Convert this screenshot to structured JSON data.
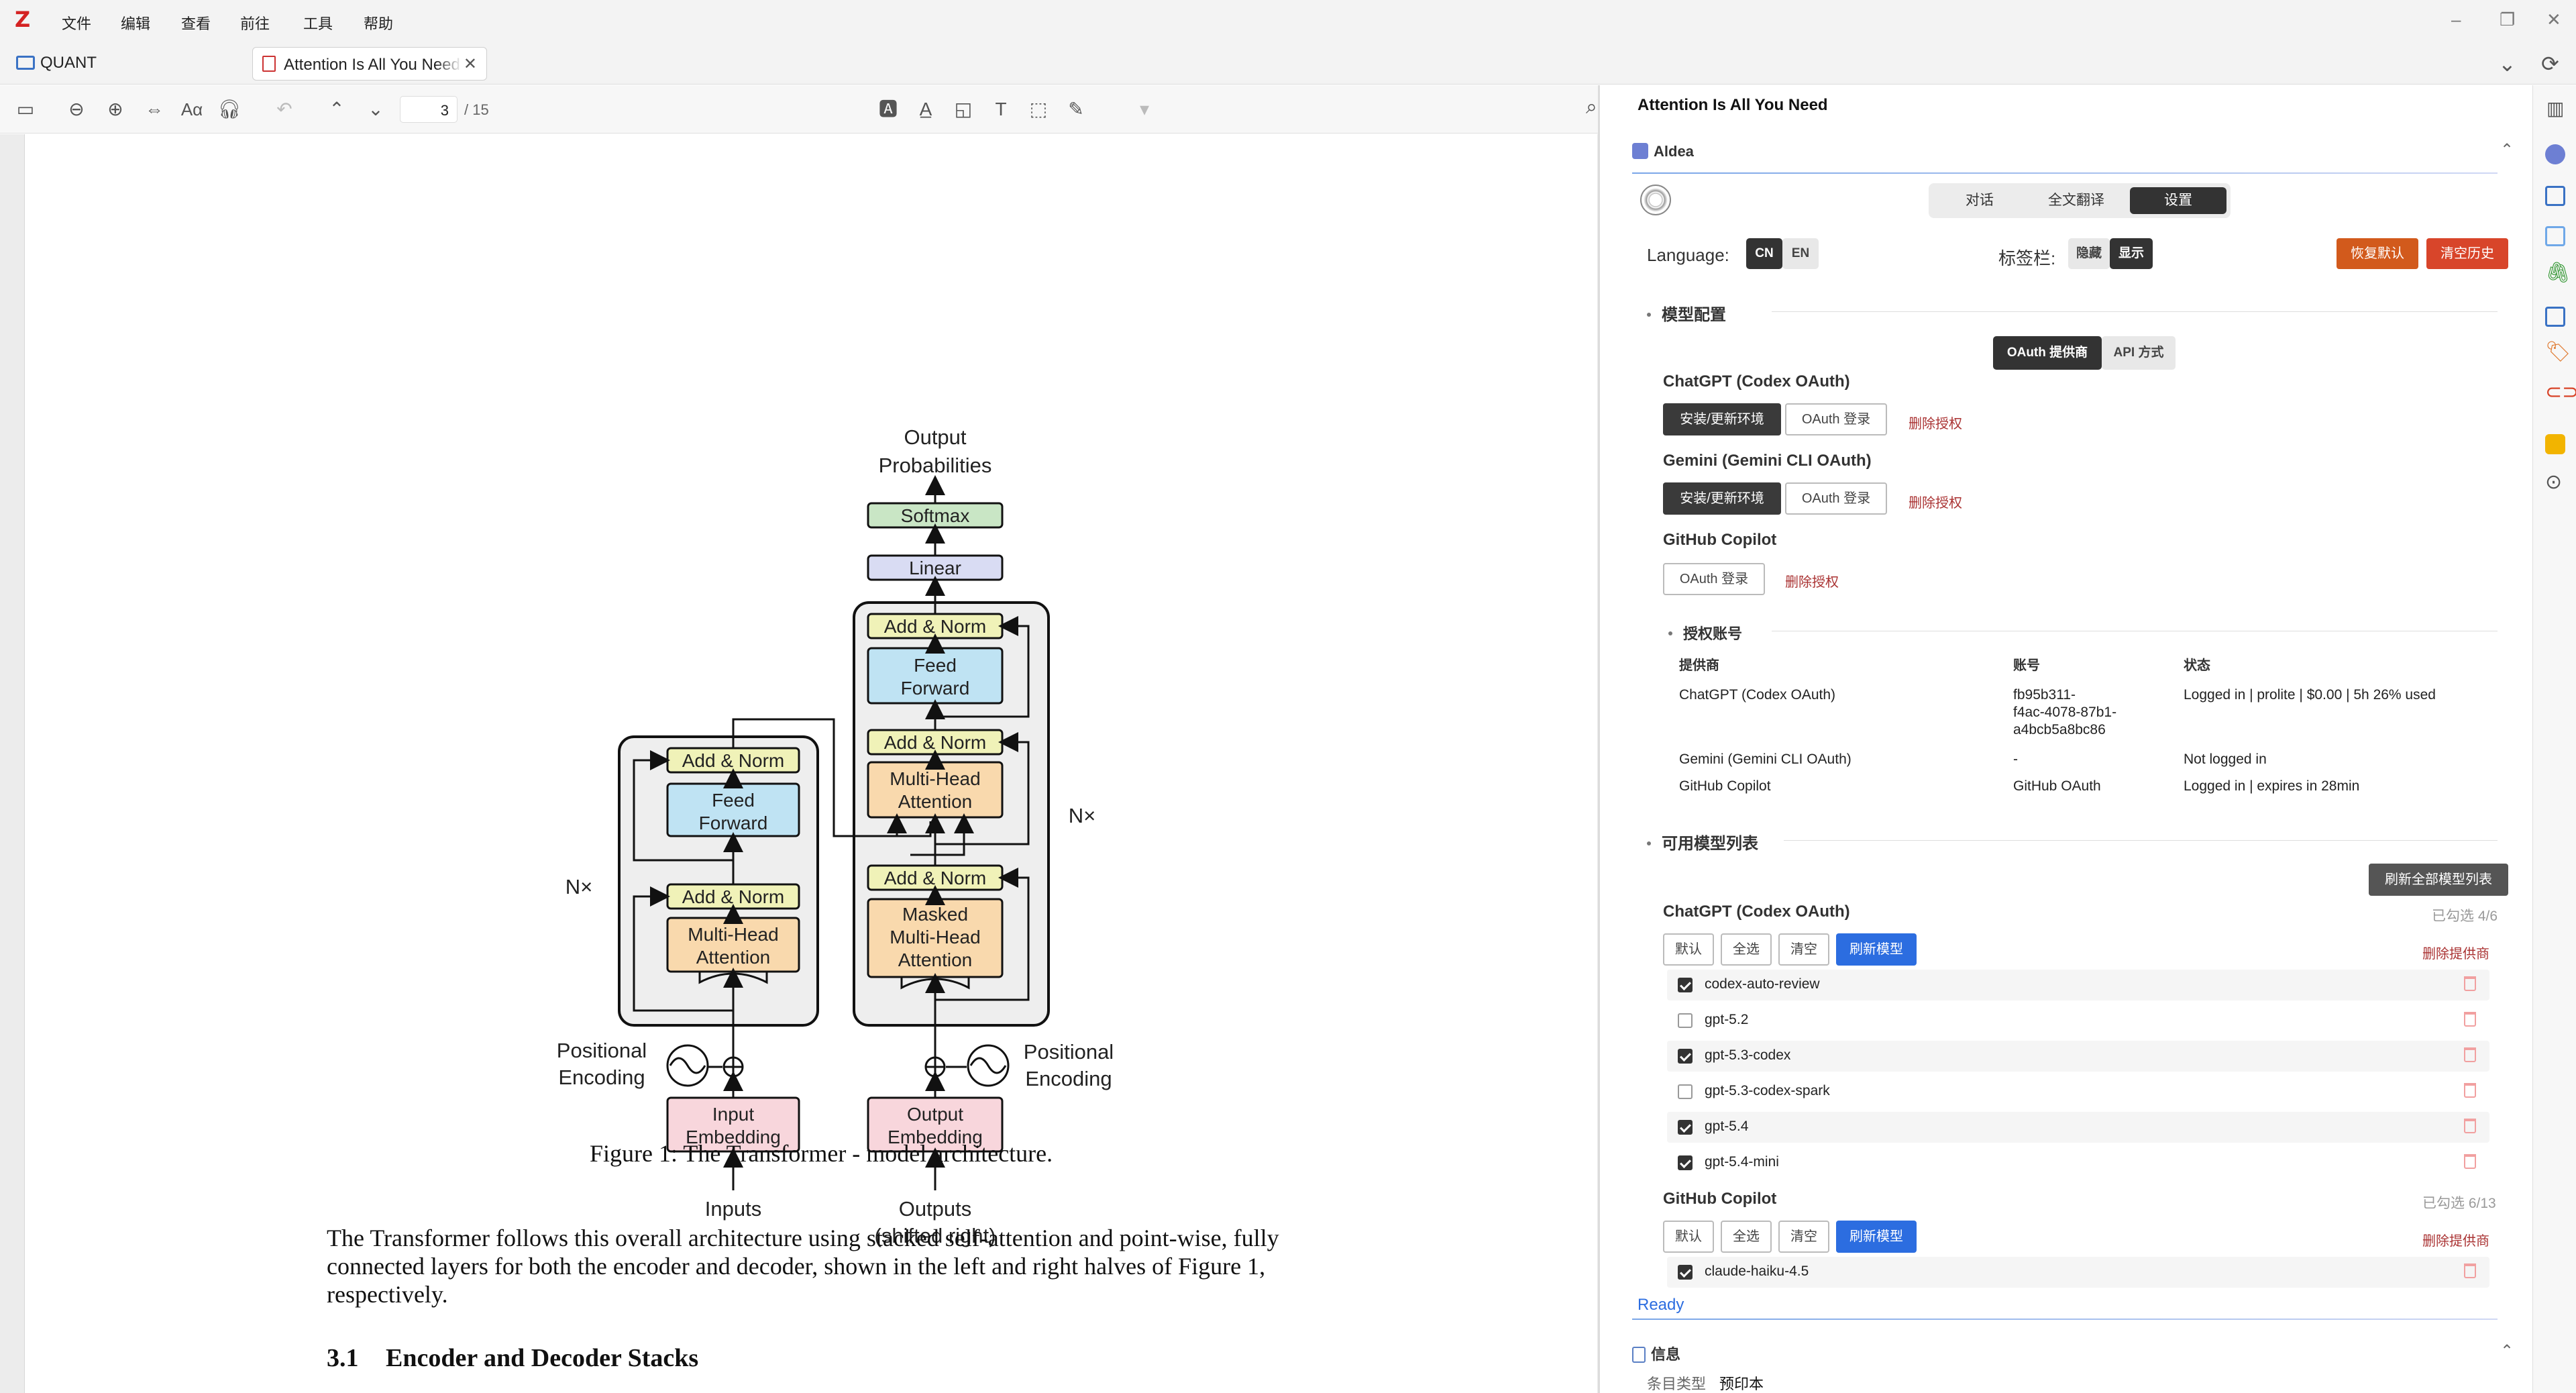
{
  "app": {
    "logo": "Z",
    "menu": [
      "文件",
      "编辑",
      "查看",
      "前往",
      "工具",
      "帮助"
    ]
  },
  "tabs": {
    "library": "QUANT",
    "document": "Attention Is All You Need"
  },
  "toolbar": {
    "page_current": "3",
    "page_total": "/ 15",
    "font_label": "Aα"
  },
  "document": {
    "figure": {
      "output_probabilities": [
        "Output",
        "Probabilities"
      ],
      "softmax": "Softmax",
      "linear": "Linear",
      "add_norm": "Add & Norm",
      "feed_forward": [
        "Feed",
        "Forward"
      ],
      "multi_head": [
        "Multi-Head",
        "Attention"
      ],
      "masked_multi_head": [
        "Masked",
        "Multi-Head",
        "Attention"
      ],
      "nx": "N×",
      "positional_encoding": [
        "Positional",
        "Encoding"
      ],
      "input_embedding": [
        "Input",
        "Embedding"
      ],
      "output_embedding": [
        "Output",
        "Embedding"
      ],
      "inputs": "Inputs",
      "outputs": [
        "Outputs",
        "(shifted right)"
      ]
    },
    "caption": "Figure 1: The Transformer - model architecture.",
    "paragraph": "The Transformer follows this overall architecture using stacked self-attention and point-wise, fully connected layers for both the encoder and decoder, shown in the left and right halves of Figure 1, respectively.",
    "section_number": "3.1",
    "section_title": "Encoder and Decoder Stacks"
  },
  "side": {
    "title": "Attention Is All You Need",
    "plugin": "Aldea",
    "tabs": [
      "对话",
      "全文翻译",
      "设置"
    ],
    "active_tab": "设置",
    "language_label": "Language:",
    "lang_cn": "CN",
    "lang_en": "EN",
    "tagbar_label": "标签栏:",
    "tag_hide": "隐藏",
    "tag_show": "显示",
    "restore_default": "恢复默认",
    "clear_history": "清空历史",
    "model_config": "模型配置",
    "mode_oauth": "OAuth 提供商",
    "mode_api": "API 方式",
    "providers": [
      {
        "name": "ChatGPT (Codex OAuth)",
        "install": "安装/更新环境",
        "login": "OAuth 登录",
        "delete": "删除授权"
      },
      {
        "name": "Gemini (Gemini CLI OAuth)",
        "install": "安装/更新环境",
        "login": "OAuth 登录",
        "delete": "删除授权"
      },
      {
        "name": "GitHub Copilot",
        "login": "OAuth 登录",
        "delete": "删除授权"
      }
    ],
    "accounts": {
      "title": "授权账号",
      "headers": [
        "提供商",
        "账号",
        "状态"
      ],
      "rows": [
        {
          "provider": "ChatGPT (Codex OAuth)",
          "account": [
            "fb95b311-",
            "f4ac-4078-87b1-",
            "a4bcb5a8bc86"
          ],
          "status": "Logged in | prolite | $0.00 | 5h 26% used"
        },
        {
          "provider": "Gemini (Gemini CLI OAuth)",
          "account": [
            "-"
          ],
          "status": "Not logged in"
        },
        {
          "provider": "GitHub Copilot",
          "account": [
            "GitHub OAuth"
          ],
          "status": "Logged in | expires in 28min"
        }
      ]
    },
    "models": {
      "title": "可用模型列表",
      "refresh_all": "刷新全部模型列表",
      "groups": [
        {
          "name": "ChatGPT (Codex OAuth)",
          "selected": "已勾选 4/6",
          "buttons": [
            "默认",
            "全选",
            "清空",
            "刷新模型"
          ],
          "delete_provider": "删除提供商",
          "items": [
            {
              "name": "codex-auto-review",
              "checked": true
            },
            {
              "name": "gpt-5.2",
              "checked": false
            },
            {
              "name": "gpt-5.3-codex",
              "checked": true
            },
            {
              "name": "gpt-5.3-codex-spark",
              "checked": false
            },
            {
              "name": "gpt-5.4",
              "checked": true
            },
            {
              "name": "gpt-5.4-mini",
              "checked": true
            }
          ]
        },
        {
          "name": "GitHub Copilot",
          "selected": "已勾选 6/13",
          "buttons": [
            "默认",
            "全选",
            "清空",
            "刷新模型"
          ],
          "delete_provider": "删除提供商",
          "items": [
            {
              "name": "claude-haiku-4.5",
              "checked": true
            }
          ]
        }
      ]
    },
    "status": "Ready",
    "info_title": "信息",
    "info_label": "条目类型",
    "info_value": "预印本"
  },
  "colors": {
    "accent_blue": "#2c6de0",
    "warn_orange": "#d25a1c",
    "warn_red": "#d8452a",
    "logo_red": "#d42222"
  }
}
